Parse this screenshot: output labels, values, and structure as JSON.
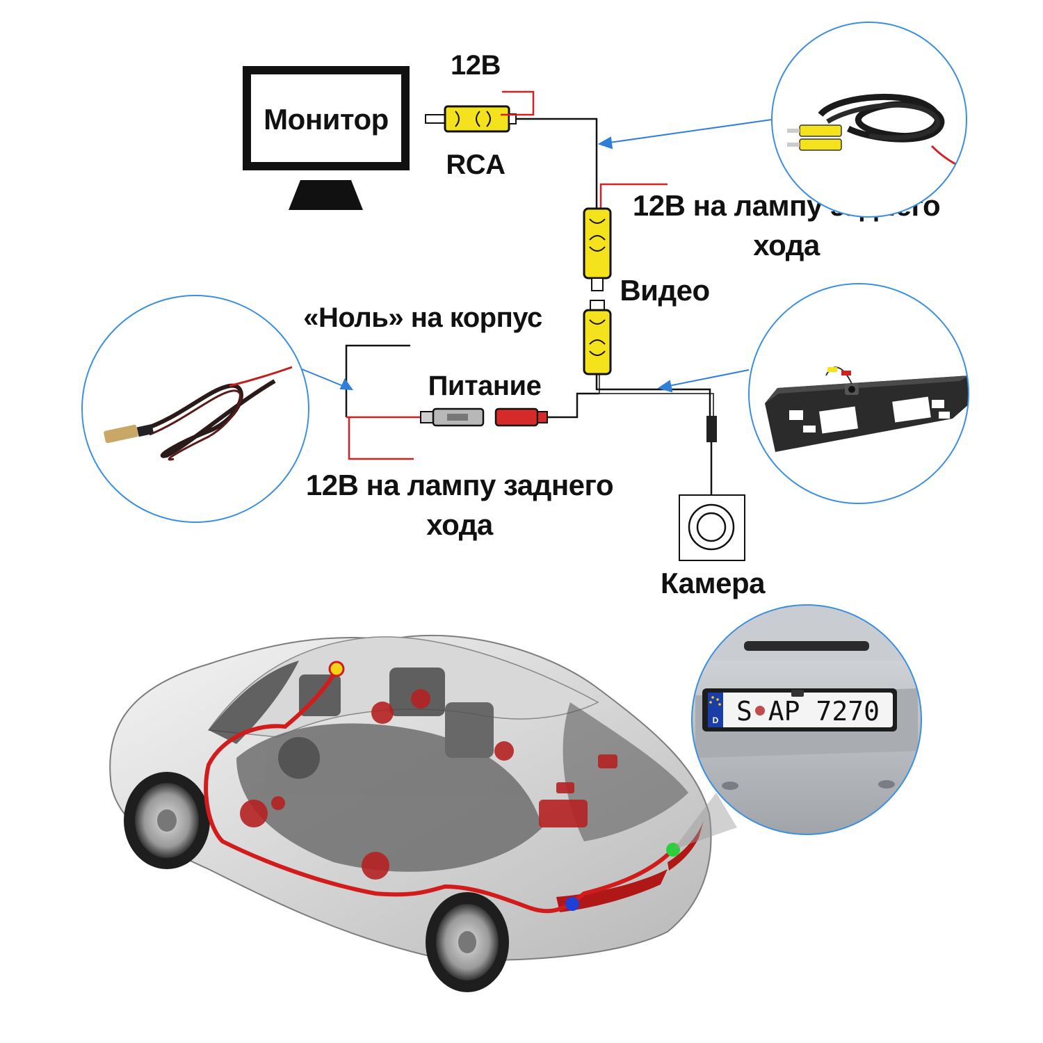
{
  "labels": {
    "monitor": "Монитор",
    "volt_top": "12В",
    "rca": "RCA",
    "reverse_top_line1": "12В на лампу заднего",
    "reverse_top_line2": "хода",
    "video": "Видео",
    "ground": "«Ноль» на корпус",
    "power": "Питание",
    "reverse_left_line1": "12В на лампу заднего",
    "reverse_left_line2": "хода",
    "camera": "Камера"
  },
  "license_plate": {
    "country": "D",
    "text": "S AP 7270"
  },
  "colors": {
    "wire": "#111111",
    "wire_red": "#d42020",
    "rca_yellow": "#f4e21c",
    "power_red": "#d62a2a",
    "arrow_blue": "#2f7fd8",
    "circle_blue": "#3a8fe0",
    "car_route": "#d21c1c",
    "marker_yellow": "#f2d21a",
    "marker_blue": "#1f3fd6",
    "marker_green": "#2ccf3a"
  }
}
